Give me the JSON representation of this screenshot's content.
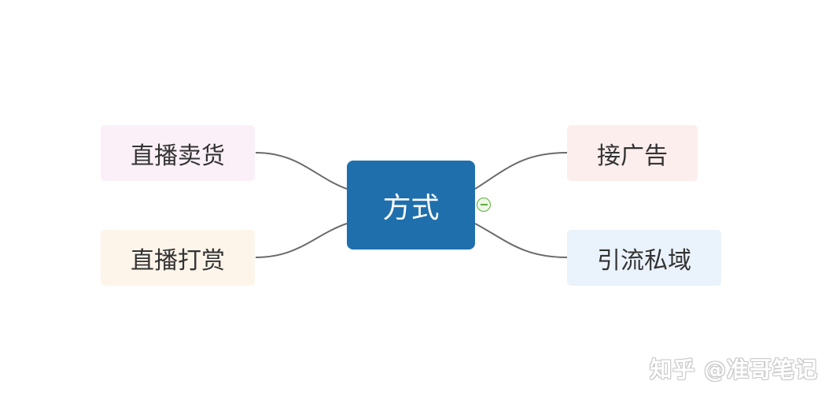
{
  "mindmap": {
    "central": {
      "label": "方式",
      "color": "#1f6fad"
    },
    "branches": [
      {
        "id": "left-top",
        "label": "直播卖货",
        "color": "#fcf0f8"
      },
      {
        "id": "left-bot",
        "label": "直播打赏",
        "color": "#fef5ea"
      },
      {
        "id": "right-top",
        "label": "接广告",
        "color": "#fdeeee"
      },
      {
        "id": "right-bot",
        "label": "引流私域",
        "color": "#eaf2fb"
      }
    ],
    "connector_color": "#6b6b6b",
    "collapse_toggle_color": "#5fae3c"
  },
  "watermark": {
    "text": "知乎 @准哥笔记"
  }
}
